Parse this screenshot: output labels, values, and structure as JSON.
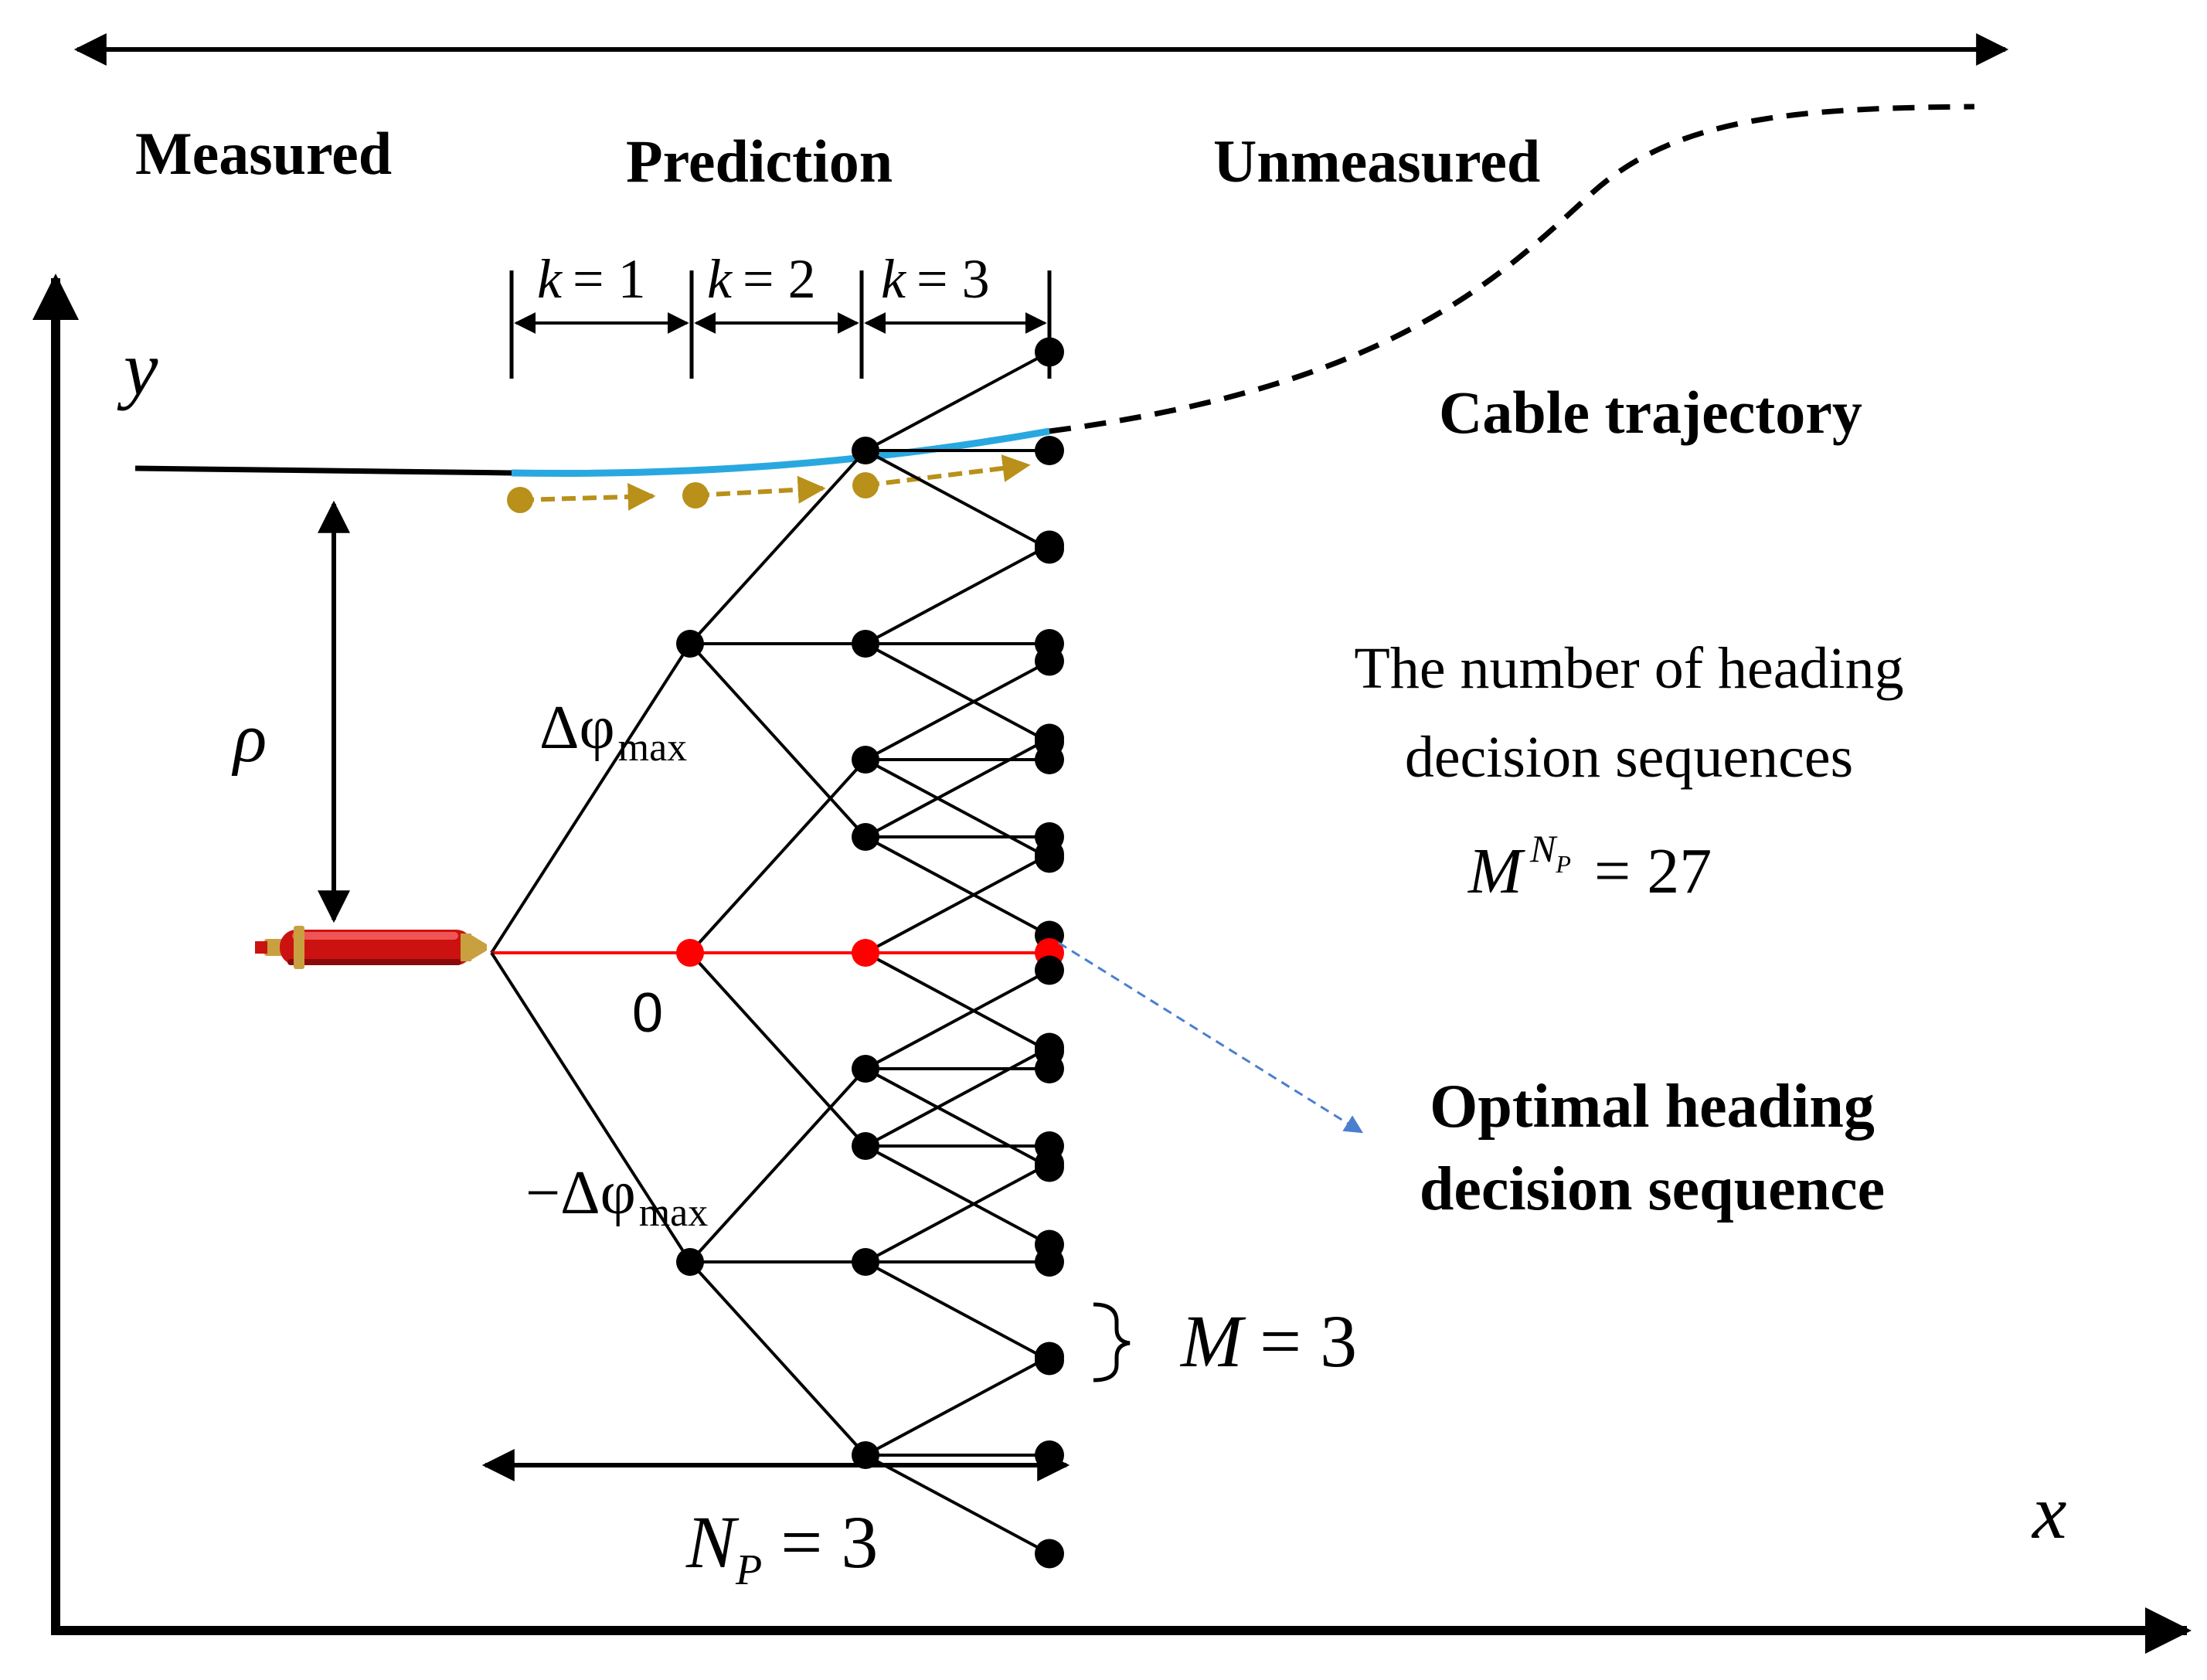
{
  "regions": {
    "measured": "Measured",
    "prediction": "Prediction",
    "unmeasured": "Unmeasured"
  },
  "steps": [
    {
      "var": "k",
      "eq": "= 1"
    },
    {
      "var": "k",
      "eq": "= 2"
    },
    {
      "var": "k",
      "eq": "= 3"
    }
  ],
  "axes": {
    "x": "x",
    "y": "y"
  },
  "cable_label": "Cable trajectory",
  "rho": "ρ",
  "branch_labels": {
    "delta": "Δφ",
    "neg_delta": "−Δφ",
    "max": "max",
    "zero": "0"
  },
  "sequences_text": {
    "line1": "The number of heading",
    "line2": "decision sequences",
    "formula_base": "M",
    "formula_exp_N": "N",
    "formula_exp_sub": "P",
    "formula_rhs": "= 27"
  },
  "optimal_label": {
    "line1": "Optimal heading",
    "line2": "decision sequence"
  },
  "m_label": {
    "var": "M",
    "rhs": "= 3"
  },
  "np_label": {
    "var": "N",
    "sub": "P",
    "rhs": "= 3"
  },
  "tree": {
    "M": 3,
    "NP": 3,
    "optimal_path": [
      1,
      1,
      1
    ]
  },
  "colors": {
    "ink": "#000000",
    "cable_measured": "#000000",
    "cable_predicted": "#29a8e0",
    "prediction_marker": "#b8901a",
    "optimal_path": "#ff0000",
    "pointer_arrow": "#4a7fd0",
    "vehicle_body": "#cc1111",
    "vehicle_fitting": "#c8a040"
  },
  "icons": {
    "vehicle": "auv-vehicle-icon"
  }
}
